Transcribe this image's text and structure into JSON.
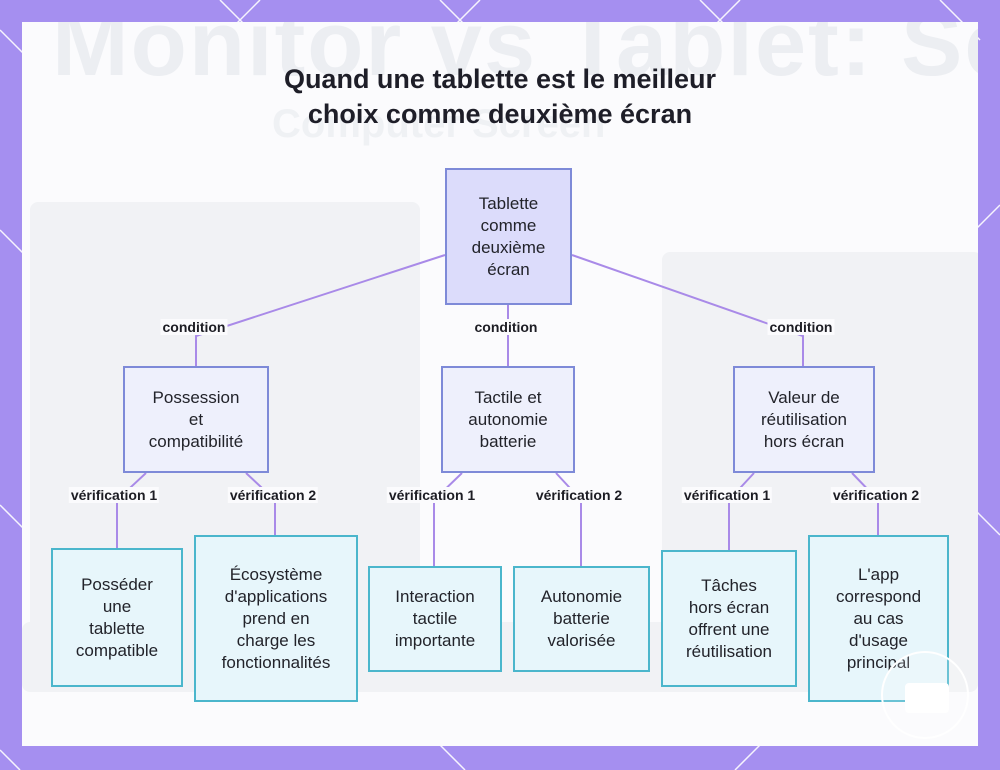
{
  "title_lines": [
    "Quand une tablette est le meilleur",
    "choix comme deuxième écran"
  ],
  "root": {
    "lines": [
      "Tablette",
      "comme",
      "deuxième",
      "écran"
    ]
  },
  "edge_labels": {
    "condition_1": "condition",
    "condition_2": "condition",
    "condition_3": "condition",
    "branch1_check1": "vérification 1",
    "branch1_check2": "vérification 2",
    "branch2_check1": "vérification 1",
    "branch2_check2": "vérification 2",
    "branch3_check1": "vérification 1",
    "branch3_check2": "vérification 2"
  },
  "branches": [
    {
      "lines": [
        "Possession",
        "et",
        "compatibilité"
      ],
      "leaves": [
        {
          "lines": [
            "Posséder",
            "une",
            "tablette",
            "compatible"
          ]
        },
        {
          "lines": [
            "Écosystème",
            "d'applications",
            "prend en",
            "charge les",
            "fonctionnalités"
          ]
        }
      ]
    },
    {
      "lines": [
        "Tactile et",
        "autonomie",
        "batterie"
      ],
      "leaves": [
        {
          "lines": [
            "Interaction",
            "tactile",
            "importante"
          ]
        },
        {
          "lines": [
            "Autonomie",
            "batterie",
            "valorisée"
          ]
        }
      ]
    },
    {
      "lines": [
        "Valeur de",
        "réutilisation",
        "hors écran"
      ],
      "leaves": [
        {
          "lines": [
            "Tâches",
            "hors écran",
            "offrent une",
            "réutilisation"
          ]
        },
        {
          "lines": [
            "L'app",
            "correspond",
            "au cas",
            "d'usage",
            "principal"
          ]
        }
      ]
    }
  ],
  "colors": {
    "frame": "#a58ff0",
    "root_fill": "#dcdcfb",
    "mid_fill": "#eef0fc",
    "node_border": "#7e8ad8",
    "leaf_fill": "#e7f6fb",
    "leaf_border": "#4bb6cc",
    "connector": "#a98ae8"
  }
}
